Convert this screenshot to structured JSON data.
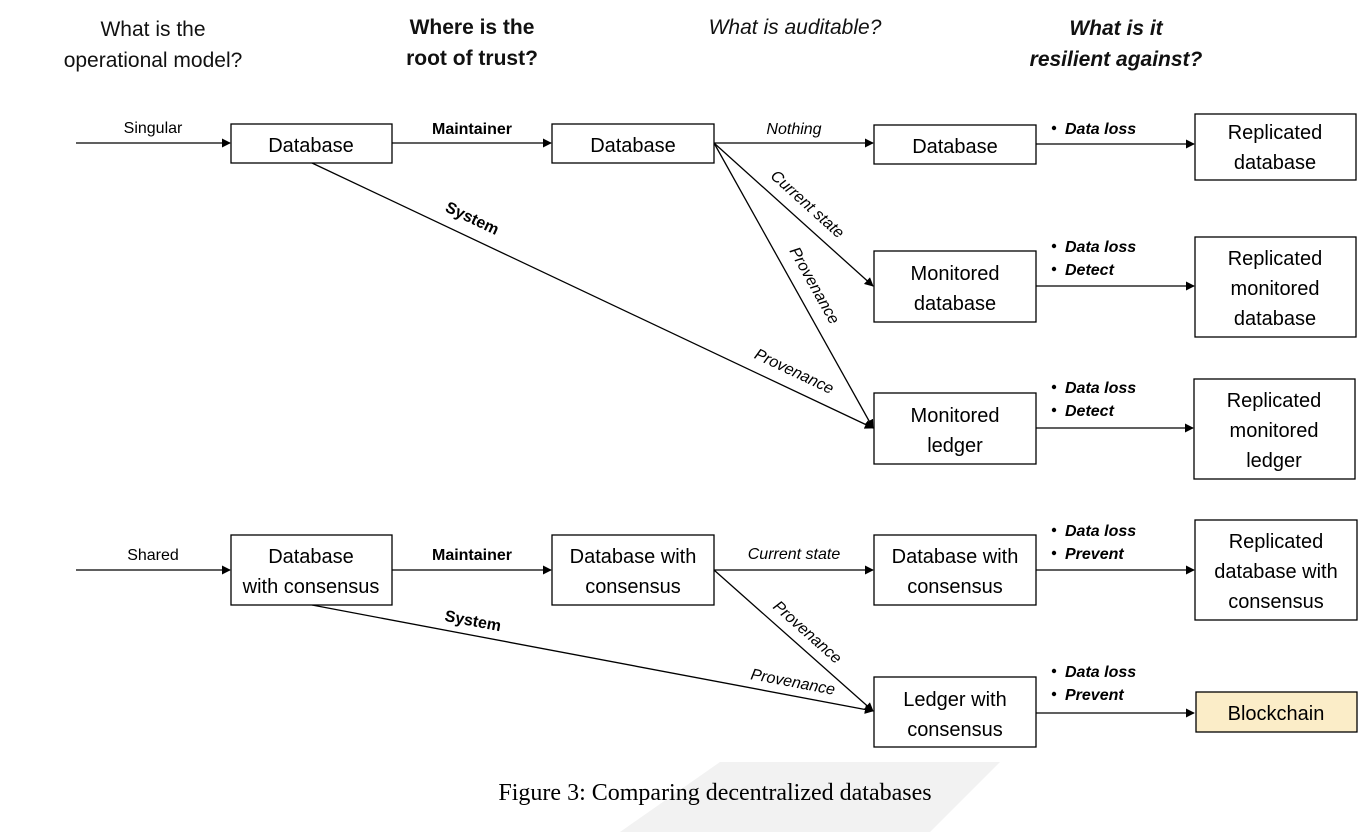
{
  "columns": [
    {
      "lines": [
        "What is the",
        "operational model?"
      ],
      "style": "normal"
    },
    {
      "lines": [
        "Where is the",
        "root of trust?"
      ],
      "style": "bold"
    },
    {
      "lines": [
        "What is auditable?"
      ],
      "style": "italic"
    },
    {
      "lines": [
        "What is it",
        "resilient against?"
      ],
      "style": "bold-italic"
    }
  ],
  "inputs": {
    "singular": "Singular",
    "shared": "Shared"
  },
  "boxes": {
    "s_database": [
      "Database"
    ],
    "s_maintainer_database": [
      "Database"
    ],
    "s_nothing_database": [
      "Database"
    ],
    "monitored_database": [
      "Monitored",
      "database"
    ],
    "monitored_ledger": [
      "Monitored",
      "ledger"
    ],
    "replicated_database": [
      "Replicated",
      "database"
    ],
    "replicated_monitored_database": [
      "Replicated",
      "monitored",
      "database"
    ],
    "replicated_monitored_ledger": [
      "Replicated",
      "monitored",
      "ledger"
    ],
    "database_with_consensus": [
      "Database",
      "with consensus"
    ],
    "maintainer_database_with_consensus": [
      "Database with",
      "consensus"
    ],
    "current_database_with_consensus": [
      "Database with",
      "consensus"
    ],
    "ledger_with_consensus": [
      "Ledger with",
      "consensus"
    ],
    "replicated_database_with_consensus": [
      "Replicated",
      "database with",
      "consensus"
    ],
    "blockchain": [
      "Blockchain"
    ]
  },
  "edge_labels": {
    "maintainer_top": "Maintainer",
    "system_top": "System",
    "nothing": "Nothing",
    "current_state_top": "Current state",
    "provenance_top_a": "Provenance",
    "provenance_top_b": "Provenance",
    "maintainer_bottom": "Maintainer",
    "system_bottom": "System",
    "current_state_bottom": "Current state",
    "provenance_bottom_a": "Provenance",
    "provenance_bottom_b": "Provenance"
  },
  "resilience": {
    "r1": [
      "Data loss"
    ],
    "r2": [
      "Data loss",
      "Detect"
    ],
    "r3": [
      "Data loss",
      "Detect"
    ],
    "r4": [
      "Data loss",
      "Prevent"
    ],
    "r5": [
      "Data loss",
      "Prevent"
    ]
  },
  "caption": "Figure 3: Comparing decentralized databases",
  "colors": {
    "blockchain_fill": "#fbedc8",
    "line": "#000000"
  }
}
